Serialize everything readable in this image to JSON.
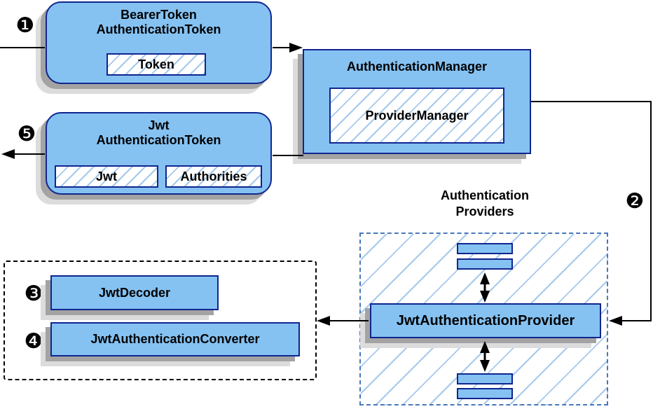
{
  "nodes": {
    "bearer_token": {
      "title_line1": "BearerToken",
      "title_line2": "AuthenticationToken",
      "field_token": "Token"
    },
    "authentication_manager": {
      "title": "AuthenticationManager",
      "implementation": "ProviderManager"
    },
    "jwt_authentication_token": {
      "title_line1": "Jwt",
      "title_line2": "AuthenticationToken",
      "field_jwt": "Jwt",
      "field_authorities": "Authorities"
    },
    "authentication_providers": {
      "heading_line1": "Authentication",
      "heading_line2": "Providers",
      "provider": "JwtAuthenticationProvider"
    },
    "decoder_group": {
      "decoder": "JwtDecoder",
      "converter": "JwtAuthenticationConverter"
    }
  },
  "step_badges": {
    "step1": "❶",
    "step2": "❷",
    "step3": "❸",
    "step4": "❹",
    "step5": "❺"
  },
  "colors": {
    "node_fill": "#85c2f2",
    "node_border": "#10258f",
    "hatch_line": "#a5c9ec",
    "providers_dash_border": "#4878ba",
    "black_dash_border": "#000000",
    "shadow_dark": "#a3a3a3",
    "shadow_light": "#dcdcdc",
    "arrow": "#000000"
  }
}
